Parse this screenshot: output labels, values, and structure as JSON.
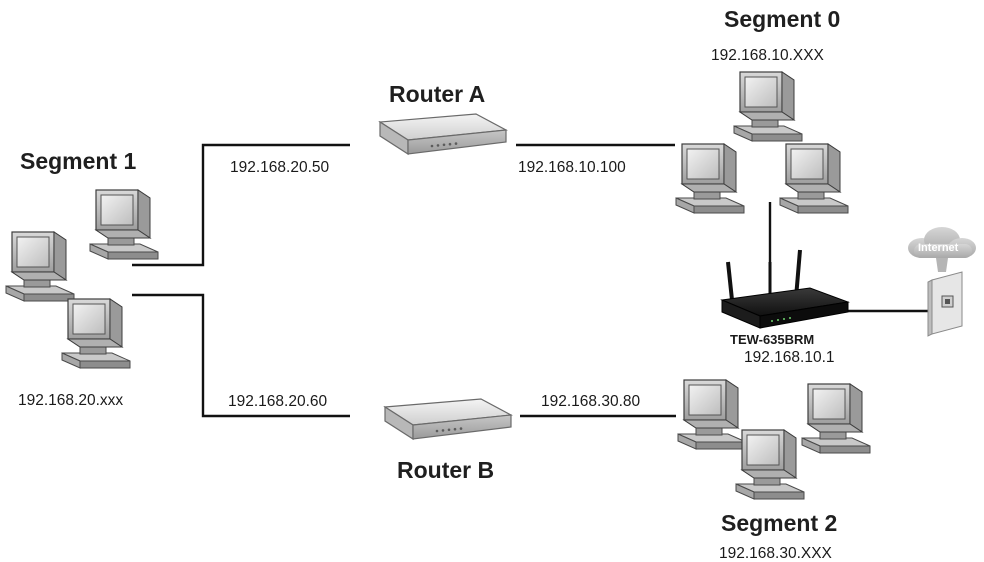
{
  "segments": {
    "seg0": {
      "title": "Segment 0",
      "subnet": "192.168.10.XXX"
    },
    "seg1": {
      "title": "Segment 1",
      "subnet": "192.168.20.xxx"
    },
    "seg2": {
      "title": "Segment 2",
      "subnet": "192.168.30.XXX"
    }
  },
  "routers": {
    "a": {
      "label": "Router A",
      "ip_left": "192.168.20.50",
      "ip_right": "192.168.10.100"
    },
    "b": {
      "label": "Router B",
      "ip_left": "192.168.20.60",
      "ip_right": "192.168.30.80"
    }
  },
  "gateway": {
    "model": "TEW-635BRM",
    "ip": "192.168.10.1"
  },
  "internet": {
    "label": "Internet"
  },
  "icons": {
    "computer": "computer-icon",
    "router": "router-icon",
    "wireless_router": "wireless-router-icon",
    "cloud": "cloud-icon",
    "wall_jack": "wall-jack-icon"
  }
}
